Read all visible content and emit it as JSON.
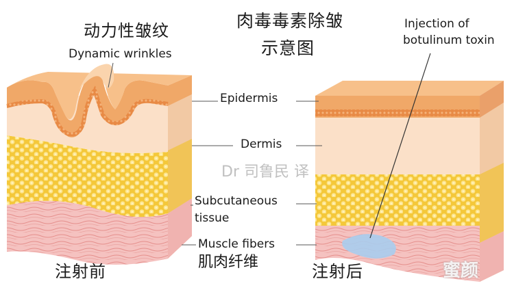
{
  "title": {
    "line1": "肉毒毒素除皱",
    "line2": "示意图"
  },
  "left_heading": {
    "zh": "动力性皱纹",
    "en": "Dynamic wrinkles"
  },
  "right_heading": {
    "line1": "Injection of",
    "line2": "botulinum toxin"
  },
  "layers": {
    "epidermis": "Epidermis",
    "dermis": "Dermis",
    "subcutaneous_line1": "Subcutaneous",
    "subcutaneous_line2": "tissue",
    "muscle_en": "Muscle fibers",
    "muscle_zh": "肌肉纤维"
  },
  "captions": {
    "before": "注射前",
    "after": "注射后"
  },
  "watermark": {
    "credit": "Dr 司鲁民 译",
    "corner": "蜜颜"
  },
  "colors": {
    "epidermis": "#f0a868",
    "epidermis_edge": "#e07a35",
    "dermis": "#fbe0c8",
    "fat": "#f5cc3a",
    "fat_light": "#fde38a",
    "muscle": "#f3b6b4",
    "toxin": "#a9cdee"
  }
}
